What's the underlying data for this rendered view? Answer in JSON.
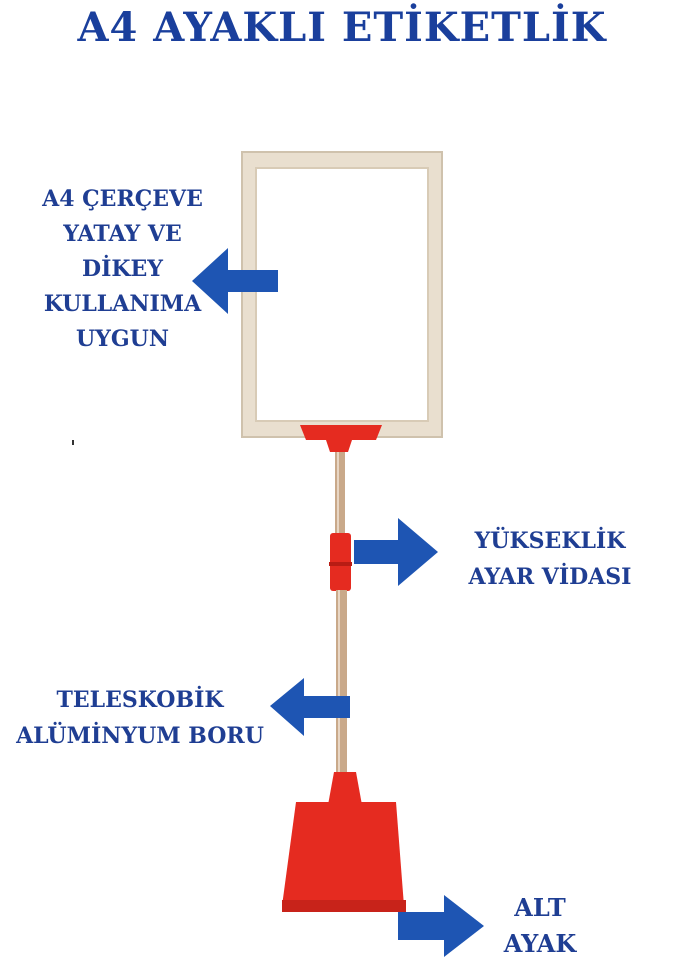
{
  "title": "A4 AYAKLI ETİKETLİK",
  "labels": {
    "frame": [
      "A4 ÇERÇEVE",
      "YATAY VE",
      "DİKEY",
      "KULLANIMA",
      "UYGUN"
    ],
    "height": [
      "YÜKSEKLİK",
      "AYAR VİDASI"
    ],
    "tube": [
      "TELESKOBİK",
      "ALÜMİNYUM BORU"
    ],
    "foot": [
      "ALT",
      "AYAK"
    ]
  },
  "colors": {
    "title": "#1a3f9c",
    "label": "#1f3e93",
    "arrow": "#1e55b3",
    "frame": "#e9dfcf",
    "red": "#e52b20",
    "pole": "#c9a98a"
  }
}
